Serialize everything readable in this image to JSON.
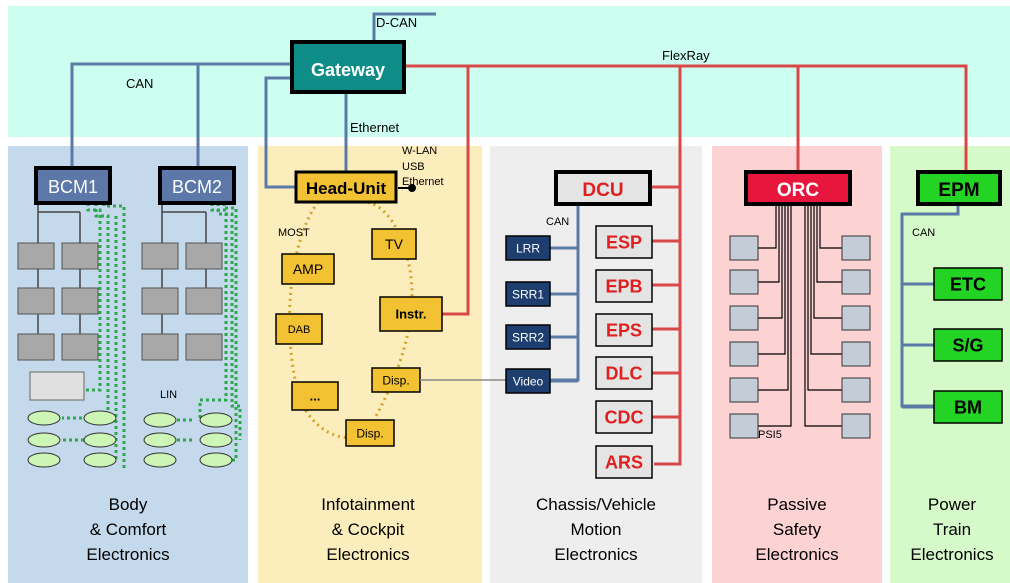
{
  "network": {
    "dcan": "D-CAN",
    "can": "CAN",
    "flexray": "FlexRay",
    "ethernet": "Ethernet",
    "wlan": "W-LAN",
    "usb": "USB",
    "ethernet2": "Ethernet",
    "gateway": "Gateway"
  },
  "body": {
    "bcm1": "BCM1",
    "bcm2": "BCM2",
    "lin": "LIN",
    "title": [
      "Body",
      "& Comfort",
      "Electronics"
    ]
  },
  "info": {
    "head_unit": "Head-Unit",
    "most": "MOST",
    "tv": "TV",
    "amp": "AMP",
    "dab": "DAB",
    "instr": "Instr.",
    "disp1": "Disp.",
    "dots": "...",
    "disp2": "Disp.",
    "title": [
      "Infotainment",
      "& Cockpit",
      "Electronics"
    ]
  },
  "chassis": {
    "dcu": "DCU",
    "can": "CAN",
    "sensors": [
      "LRR",
      "SRR1",
      "SRR2",
      "Video"
    ],
    "ecus": [
      "ESP",
      "EPB",
      "EPS",
      "DLC",
      "CDC",
      "ARS"
    ],
    "title": [
      "Chassis/Vehicle",
      "Motion",
      "Electronics"
    ]
  },
  "safety": {
    "orc": "ORC",
    "psi5": "PSI5",
    "title": [
      "Passive",
      "Safety",
      "Electronics"
    ]
  },
  "power": {
    "epm": "EPM",
    "can": "CAN",
    "ecus": [
      "ETC",
      "S/G",
      "BM"
    ],
    "title": [
      "Power",
      "Train",
      "Electronics"
    ]
  },
  "colors": {
    "top_band": "#ccfff0",
    "body_bg": "#c5d9ec",
    "info_bg": "#fbeebc",
    "chassis_bg": "#eeeeee",
    "safety_bg": "#fcd2d2",
    "power_bg": "#d6f9c9",
    "can_line": "#5b7aa6",
    "flexray_line": "#d84848",
    "gateway": "#0e8c88",
    "dark_node": "#1d3e6e",
    "green_node": "#24d424",
    "gold_node": "#f2c232",
    "red_text": "#e02020",
    "lin_dash": "#2da84c",
    "most_dot": "#d4a228"
  }
}
